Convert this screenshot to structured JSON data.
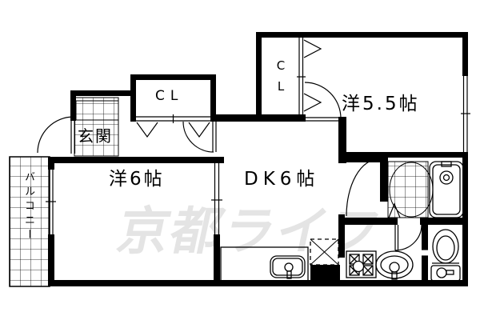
{
  "plan_title": "apartment-floor-plan",
  "colors": {
    "line": "#000000",
    "background": "#ffffff",
    "watermark": "#e4e4e4"
  },
  "rooms": {
    "western55": {
      "label": "洋5.5帖"
    },
    "western6": {
      "label": "洋6帖"
    },
    "dk": {
      "label": "DK6帖"
    },
    "genkan": {
      "label": "玄関"
    },
    "closet_main": {
      "label": "CL"
    },
    "closet_55": {
      "label": "CL"
    },
    "balcony": {
      "label": "バルコニー"
    }
  },
  "watermark": {
    "text": "京都ライフ"
  },
  "fixtures": [
    "bathtub-icon",
    "shower-floor-tiles",
    "toilet-icon",
    "washbasin-icon",
    "stove-icon",
    "kitchen-counter-sink-icon",
    "refrigerator-space-dashed",
    "entry-door-arc",
    "hall-door-arc",
    "room55-door-arc",
    "washroom-door-arc",
    "closet-folding-door-chevrons",
    "bathroom-folding-door-triangle",
    "window-double-line",
    "balcony-tiles",
    "genkan-tiles"
  ]
}
